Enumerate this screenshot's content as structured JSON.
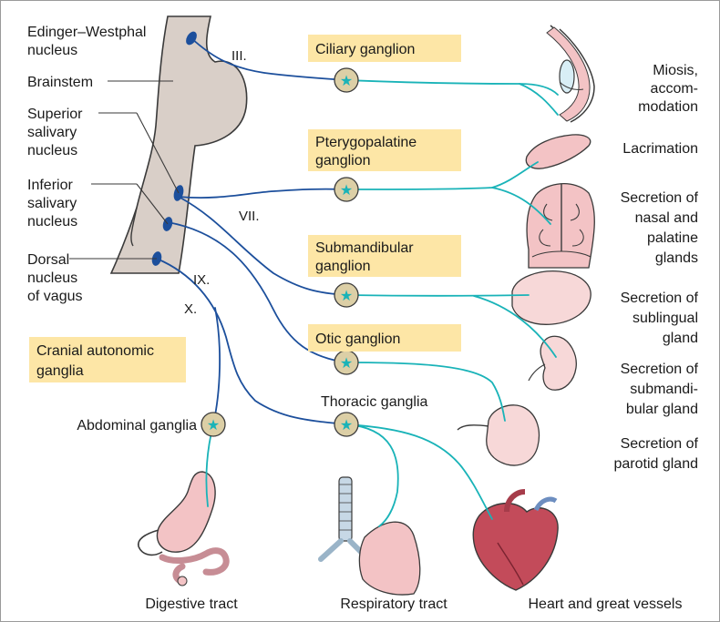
{
  "colors": {
    "nerve": "#19b3b8",
    "nerve_dark": "#1c4f9c",
    "brainstem": "#d9cfc8",
    "highlight": "#fde6a6",
    "ganglion": "#dccfa6",
    "organ_pink": "#f3c3c5"
  },
  "nuclei": {
    "edinger": [
      "Edinger–Westphal",
      "nucleus"
    ],
    "brainstem": "Brainstem",
    "superior": [
      "Superior",
      "salivary",
      "nucleus"
    ],
    "inferior": [
      "Inferior",
      "salivary",
      "nucleus"
    ],
    "dorsal": [
      "Dorsal",
      "nucleus",
      "of vagus"
    ]
  },
  "nerves": {
    "iii": "III.",
    "vii": "VII.",
    "ix": "IX.",
    "x": "X."
  },
  "ganglia": {
    "ciliary": [
      "Ciliary ganglion"
    ],
    "pterygopalatine": [
      "Pterygopalatine",
      "ganglion"
    ],
    "submandibular": [
      "Submandibular",
      "ganglion"
    ],
    "otic": [
      "Otic ganglion"
    ],
    "cranial_autonomic": [
      "Cranial autonomic",
      "ganglia"
    ],
    "thoracic": "Thoracic ganglia",
    "abdominal": "Abdominal ganglia"
  },
  "effects": {
    "miosis": [
      "Miosis,",
      "accom-",
      "modation"
    ],
    "lacrimation": [
      "Lacrimation"
    ],
    "nasal": [
      "Secretion of",
      "nasal and",
      "palatine",
      "glands"
    ],
    "sublingual": [
      "Secretion of",
      "sublingual",
      "gland"
    ],
    "submandibular": [
      "Secretion of",
      "submandi-",
      "bular gland"
    ],
    "parotid": [
      "Secretion of",
      "parotid gland"
    ]
  },
  "organs": {
    "digestive": "Digestive tract",
    "respiratory": "Respiratory tract",
    "heart": "Heart and great vessels"
  }
}
